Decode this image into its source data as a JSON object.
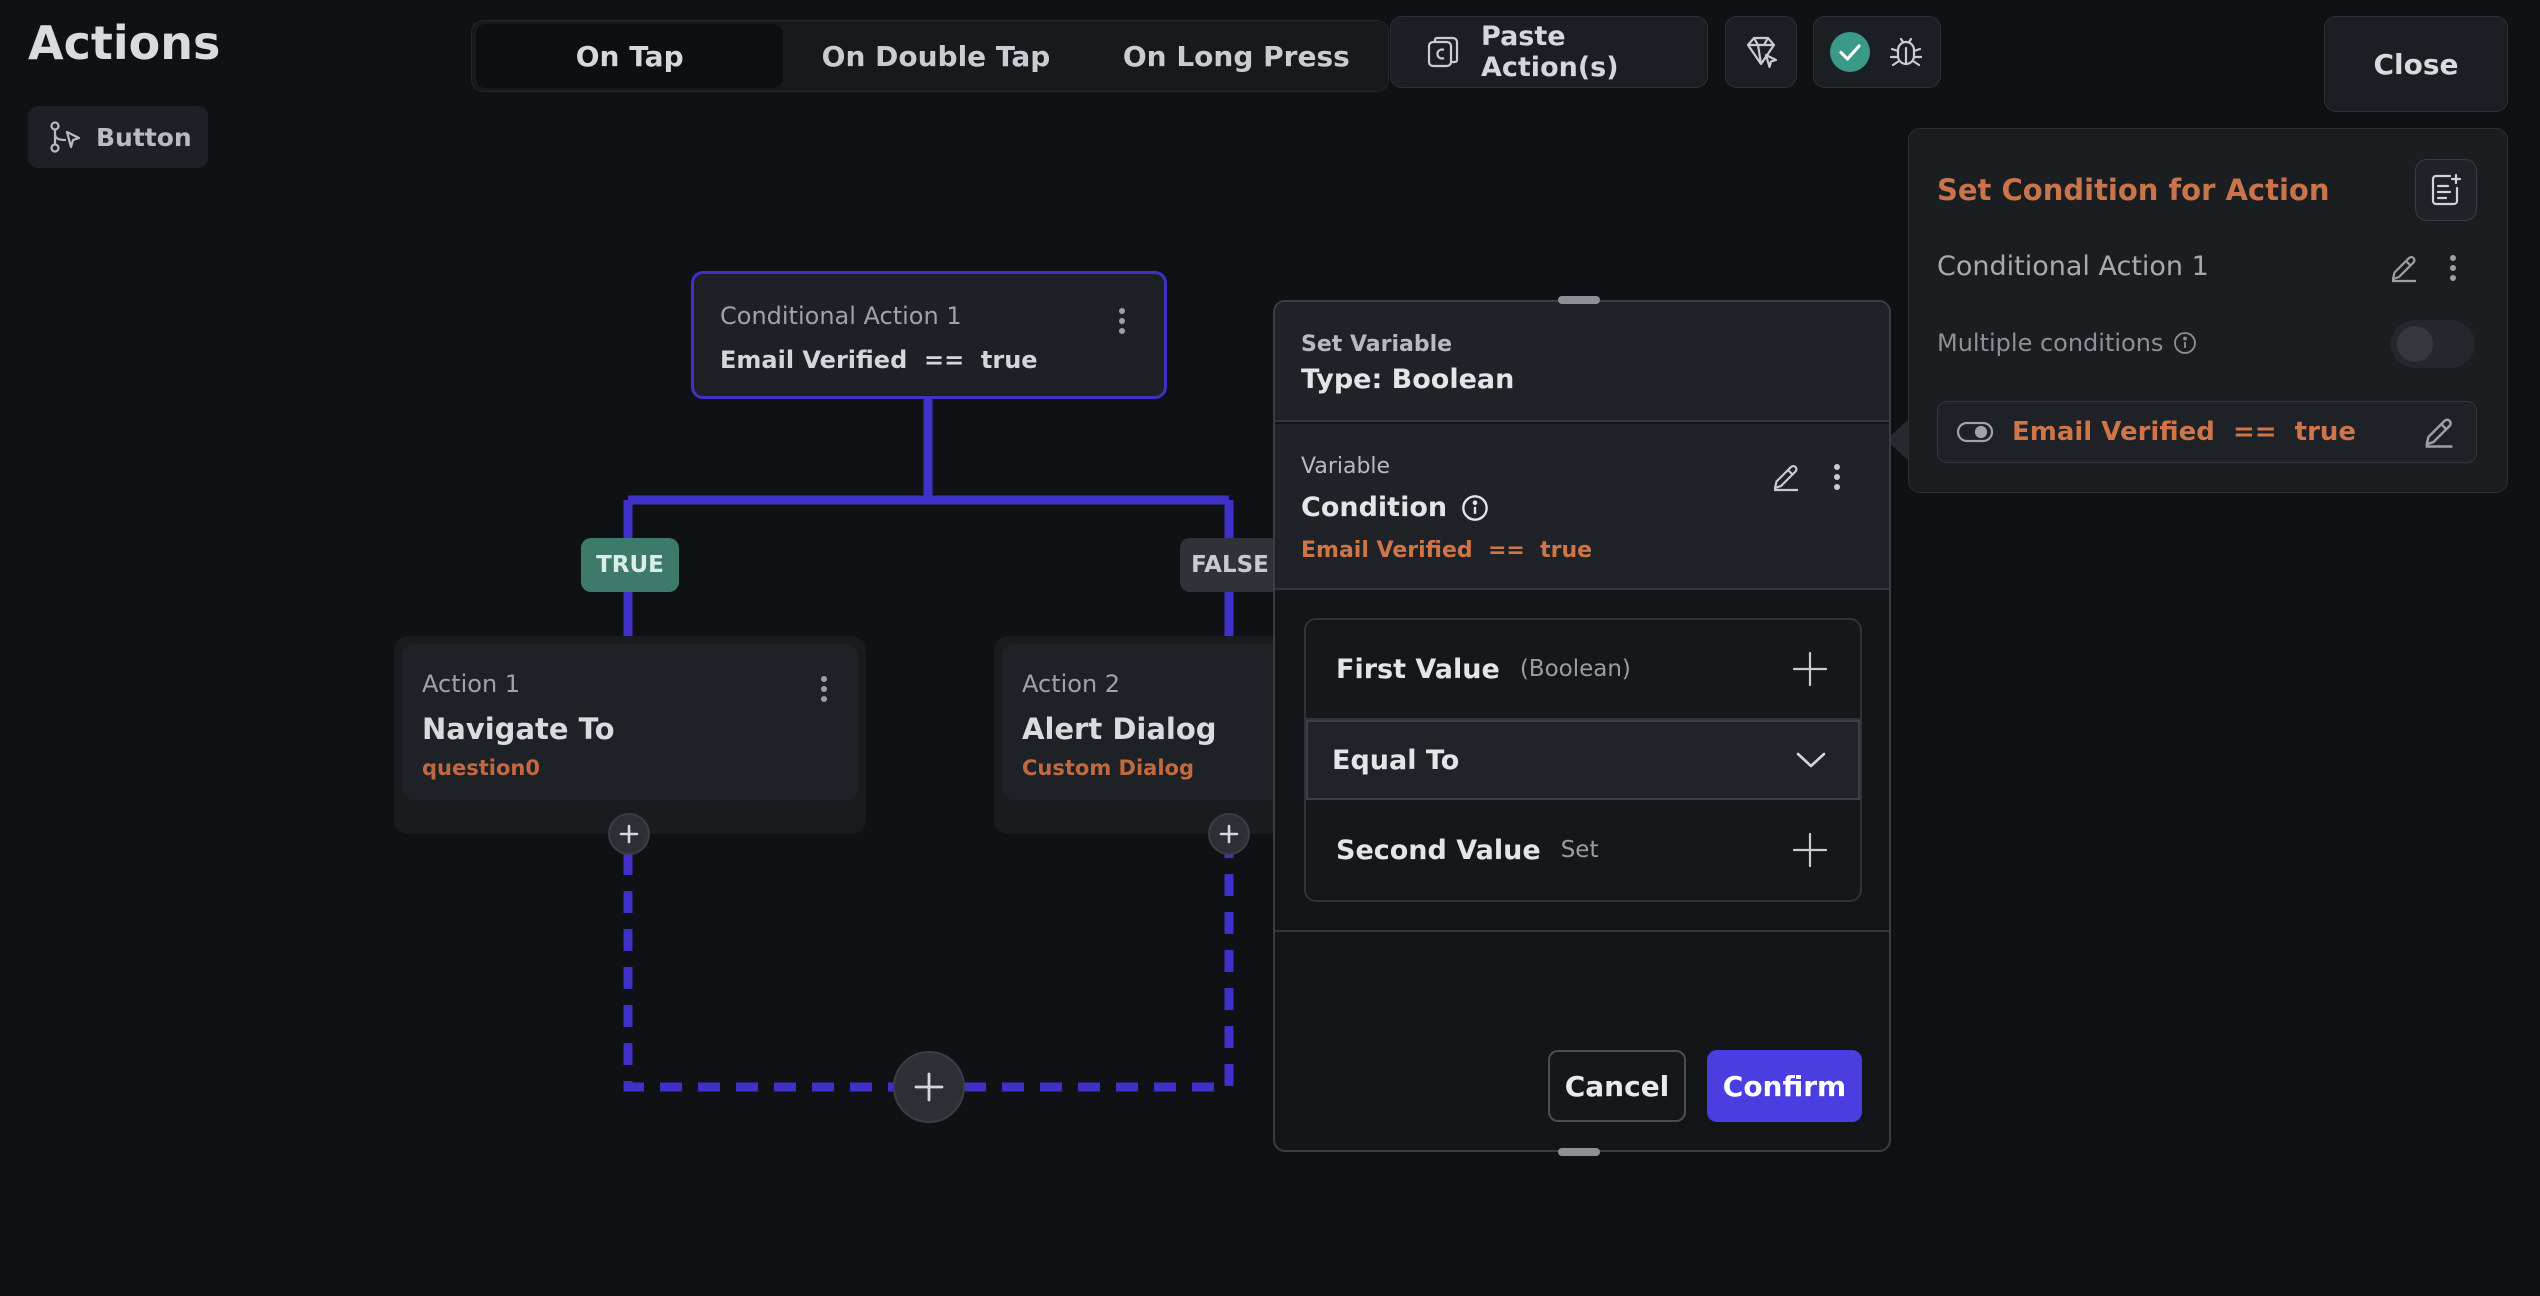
{
  "header": {
    "title": "Actions",
    "widget_chip": "Button",
    "tabs": [
      {
        "label": "On Tap",
        "active": true
      },
      {
        "label": "On Double Tap",
        "active": false
      },
      {
        "label": "On Long Press",
        "active": false
      }
    ],
    "paste_label": "Paste Action(s)",
    "close_label": "Close"
  },
  "condition_panel": {
    "title": "Set Condition for Action",
    "action_name": "Conditional Action 1",
    "multiple_conditions_label": "Multiple conditions",
    "multiple_conditions_on": false,
    "condition_text": "Email Verified  ==  true"
  },
  "flow": {
    "conditional_node": {
      "name": "Conditional Action 1",
      "expression": "Email Verified  ==  true"
    },
    "true_label": "TRUE",
    "false_label": "FALSE",
    "action1": {
      "name": "Action 1",
      "type": "Navigate To",
      "detail": "question0"
    },
    "action2": {
      "name": "Action 2",
      "type": "Alert Dialog",
      "detail": "Custom Dialog"
    }
  },
  "popup": {
    "set_variable_label": "Set Variable",
    "type_label": "Type: Boolean",
    "variable_label": "Variable",
    "condition_label": "Condition",
    "condition_expr": "Email Verified  ==  true",
    "first_value_label": "First Value",
    "first_value_hint": "(Boolean)",
    "operator_label": "Equal To",
    "second_value_label": "Second Value",
    "second_value_hint": "Set",
    "cancel_label": "Cancel",
    "confirm_label": "Confirm"
  },
  "colors": {
    "accent": "#4b3ee0",
    "edge": "#3f31c7",
    "true_badge": "#3e7a6c",
    "condition_text": "#cf7548",
    "check_green": "#3a9a87"
  },
  "icons": {
    "widget_chip": "branch-cursor-icon",
    "paste": "clipboard-c-icon",
    "ai": "gem-cursor-icon",
    "validated": "check-circle-icon",
    "debug": "bug-icon",
    "add_doc": "document-add-icon",
    "edit": "pencil-icon",
    "more": "more-vertical-icon",
    "info": "info-icon",
    "toggle": "toggle-icon",
    "add": "plus-icon",
    "dropdown": "chevron-down-icon"
  }
}
